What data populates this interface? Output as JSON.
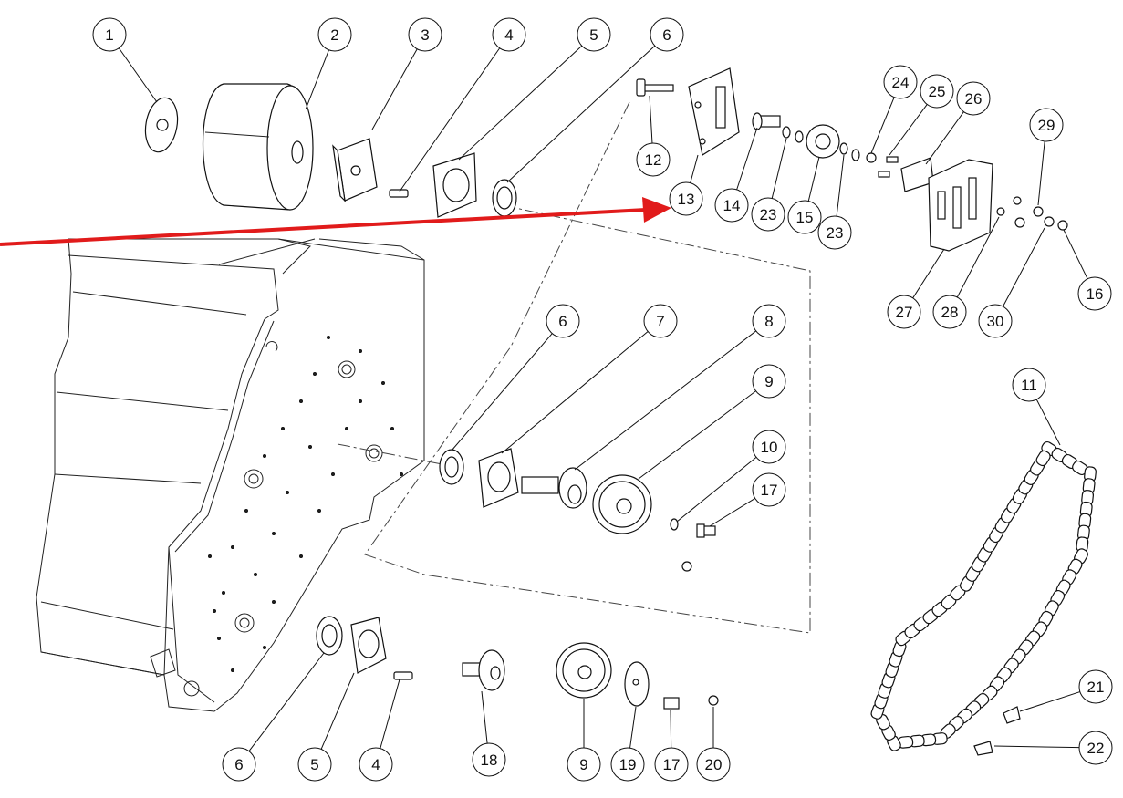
{
  "diagram": {
    "callouts": [
      {
        "id": "c1",
        "label": "1"
      },
      {
        "id": "c2",
        "label": "2"
      },
      {
        "id": "c3",
        "label": "3"
      },
      {
        "id": "c4a",
        "label": "4"
      },
      {
        "id": "c5a",
        "label": "5"
      },
      {
        "id": "c6a",
        "label": "6"
      },
      {
        "id": "c12",
        "label": "12"
      },
      {
        "id": "c13",
        "label": "13"
      },
      {
        "id": "c14",
        "label": "14"
      },
      {
        "id": "c23a",
        "label": "23"
      },
      {
        "id": "c15",
        "label": "15"
      },
      {
        "id": "c23b",
        "label": "23"
      },
      {
        "id": "c24",
        "label": "24"
      },
      {
        "id": "c25",
        "label": "25"
      },
      {
        "id": "c26",
        "label": "26"
      },
      {
        "id": "c29",
        "label": "29"
      },
      {
        "id": "c27",
        "label": "27"
      },
      {
        "id": "c28",
        "label": "28"
      },
      {
        "id": "c30",
        "label": "30"
      },
      {
        "id": "c16",
        "label": "16"
      },
      {
        "id": "c6b",
        "label": "6"
      },
      {
        "id": "c7",
        "label": "7"
      },
      {
        "id": "c8",
        "label": "8"
      },
      {
        "id": "c9a",
        "label": "9"
      },
      {
        "id": "c10",
        "label": "10"
      },
      {
        "id": "c17a",
        "label": "17"
      },
      {
        "id": "c11",
        "label": "11"
      },
      {
        "id": "c21",
        "label": "21"
      },
      {
        "id": "c22",
        "label": "22"
      },
      {
        "id": "c6c",
        "label": "6"
      },
      {
        "id": "c5b",
        "label": "5"
      },
      {
        "id": "c4b",
        "label": "4"
      },
      {
        "id": "c18",
        "label": "18"
      },
      {
        "id": "c9b",
        "label": "9"
      },
      {
        "id": "c19",
        "label": "19"
      },
      {
        "id": "c17b",
        "label": "17"
      },
      {
        "id": "c20",
        "label": "20"
      }
    ],
    "colors": {
      "line": "#111111",
      "arrow": "#e11b1b",
      "background": "#ffffff"
    }
  }
}
